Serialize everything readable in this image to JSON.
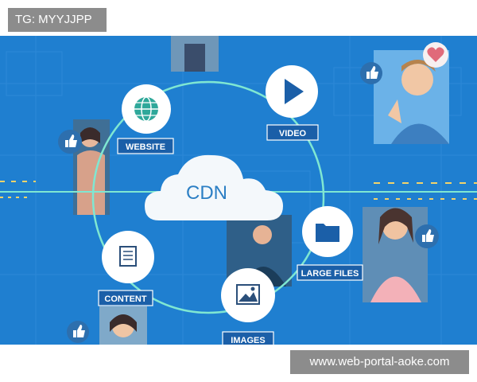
{
  "watermark_top": "TG: MYYJJPP",
  "watermark_bottom": "www.web-portal-aoke.com",
  "diagram": {
    "center_label": "CDN",
    "nodes": {
      "website": "WEBSITE",
      "video": "VIDEO",
      "large_files": "LARGE FILES",
      "content": "CONTENT",
      "images": "IMAGES"
    }
  },
  "colors": {
    "background": "#1f7fd0",
    "ring": "#7fe7d2",
    "cloud": "#f4f8fb",
    "icon": "#1b5fa8",
    "heart": "#e06a7a"
  },
  "icons": [
    "globe-icon",
    "play-icon",
    "folder-icon",
    "document-icon",
    "image-icon",
    "thumbs-up-icon",
    "heart-icon"
  ]
}
